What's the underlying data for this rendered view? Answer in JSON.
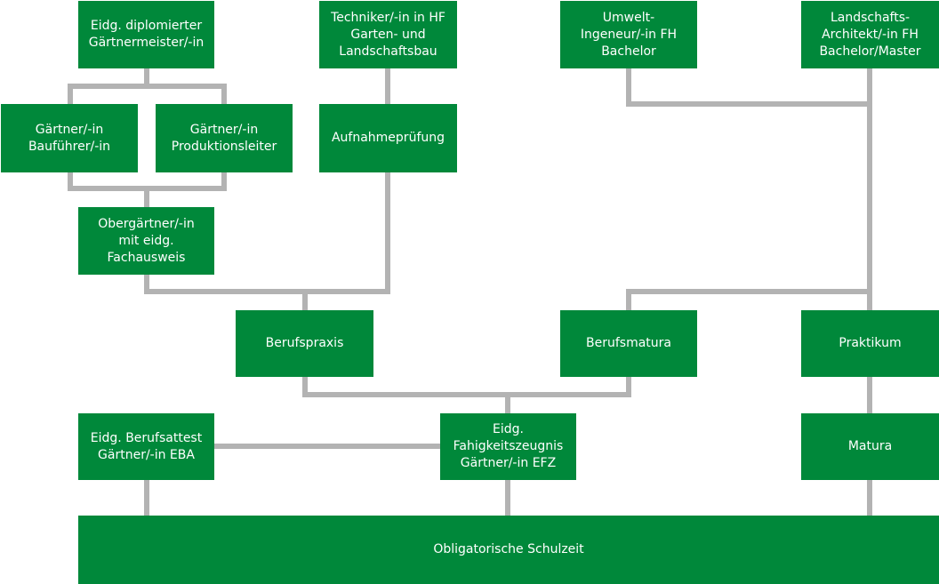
{
  "diagram": {
    "nodes": {
      "gaertnermeister": "Eidg. diplomierter\nGärtnermeister/-in",
      "techniker": "Techniker/-in in HF\nGarten- und\nLandschaftsbau",
      "umweltingenieur": "Umwelt-\nIngeneur/-in FH\nBachelor",
      "landschaftsarchitekt": "Landschafts-\nArchitekt/-in FH\nBachelor/Master",
      "bauführer": "Gärtner/-in\nBauführer/-in",
      "produktionsleiter": "Gärtner/-in\nProduktionsleiter",
      "aufnahmepruefung": "Aufnahmeprüfung",
      "obergaertner": "Obergärtner/-in\nmit eidg. Fachausweis",
      "berufspraxis": "Berufspraxis",
      "berufsmatura": "Berufsmatura",
      "praktikum": "Praktikum",
      "berufsattest": "Eidg. Berufsattest\nGärtner/-in EBA",
      "faehigkeitszeugnis": "Eidg. Fahigkeitszeugnis\nGärtner/-in EFZ",
      "matura": "Matura",
      "schulzeit": "Obligatorische Schulzeit"
    },
    "colors": {
      "node_fill": "#00883a",
      "node_text": "#ffffff",
      "connector": "#b3b3b3"
    }
  }
}
